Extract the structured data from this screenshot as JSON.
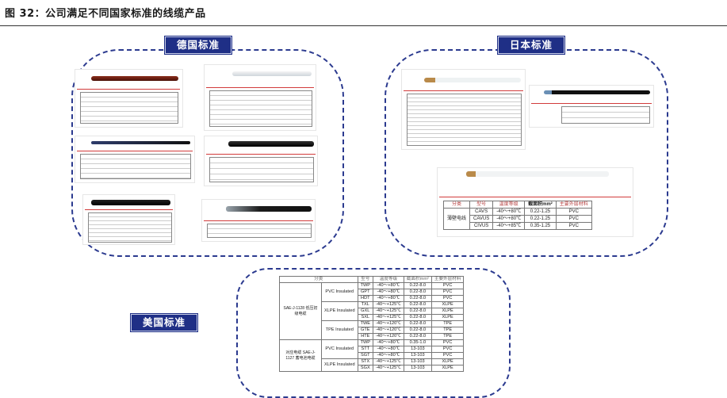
{
  "figure_title": "图 32：公司满足不同国家标准的线缆产品",
  "groups": {
    "de_label": "德国标准",
    "jp_label": "日本标准",
    "us_label": "美国标准"
  },
  "jp_table": {
    "headers": [
      "分类",
      "型号",
      "温度等级",
      "截面积mm²",
      "主要外层材料"
    ],
    "category": "薄壁电线",
    "rows": [
      [
        "CAVS",
        "-40～+80℃",
        "0.22-1.25",
        "PVC"
      ],
      [
        "CAVUS",
        "-40～+80℃",
        "0.22-1.25",
        "PVC"
      ],
      [
        "CIVUS",
        "-40～+85℃",
        "0.35-1.25",
        "PVC"
      ]
    ]
  },
  "us_table": {
    "headers": [
      "分类",
      "",
      "型号",
      "温度等级",
      "截面积mm²",
      "主要外层材料"
    ],
    "sae_1128": "SAE-J-1128 低压初级电缆",
    "sae_1127": "对应电缆 SAE-J-1127 蓄电池电缆",
    "sub_pvc": "PVC Insulated",
    "sub_xlpe": "XLPE Insulated",
    "sub_tpe": "TPE Insulated",
    "rows": [
      [
        "TWP",
        "-40～+80℃",
        "0.22-8.0",
        "PVC"
      ],
      [
        "GPT",
        "-40～+80℃",
        "0.22-8.0",
        "PVC"
      ],
      [
        "HDT",
        "-40～+80℃",
        "0.22-8.0",
        "PVC"
      ],
      [
        "TXL",
        "-40～+125℃",
        "0.22-8.0",
        "XLPE"
      ],
      [
        "GXL",
        "-40～+125℃",
        "0.22-8.0",
        "XLPE"
      ],
      [
        "SXL",
        "-40～+125℃",
        "0.22-8.0",
        "XLPE"
      ],
      [
        "TWE",
        "-40～+120℃",
        "0.22-8.0",
        "TPE"
      ],
      [
        "GTE",
        "-40～+120℃",
        "0.22-8.0",
        "TPE"
      ],
      [
        "HTE",
        "-40～+120℃",
        "0.22-8.0",
        "TPE"
      ],
      [
        "TWP",
        "-40～+80℃",
        "0.35-1.0",
        "PVC"
      ],
      [
        "STT",
        "-40～+80℃",
        "13-103",
        "PVC"
      ],
      [
        "SGT",
        "-40～+80℃",
        "13-103",
        "PVC"
      ],
      [
        "STX",
        "-40～+125℃",
        "13-103",
        "XLPE"
      ],
      [
        "SGX",
        "-40～+125℃",
        "13-103",
        "XLPE"
      ]
    ]
  },
  "colors": {
    "accent": "#1f2f86",
    "dash": "#2b3a8f",
    "rule": "#d23b3b"
  }
}
